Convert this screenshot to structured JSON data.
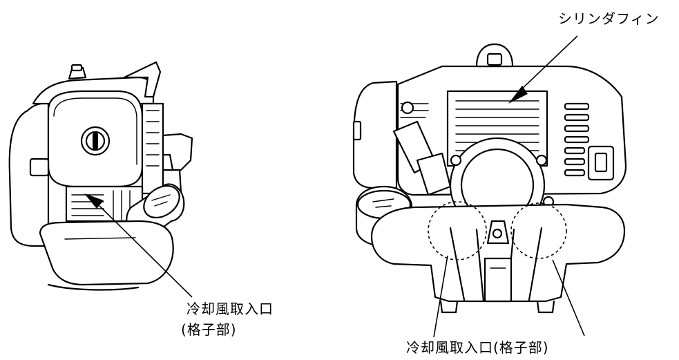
{
  "callouts": {
    "cylinder_fin": "シリンダフィン",
    "air_intake_left_line1": "冷却風取入口",
    "air_intake_left_line2": "(格子部)",
    "air_intake_right": "冷却風取入口(格子部)"
  },
  "icons": [
    "engine-side-view",
    "engine-front-view",
    "fuel-cap-icon",
    "recoil-starter-icon"
  ]
}
